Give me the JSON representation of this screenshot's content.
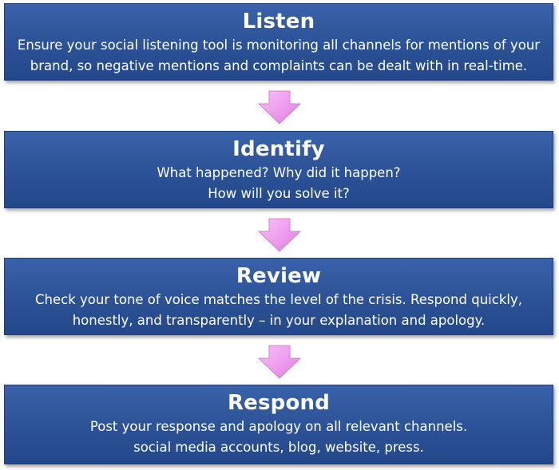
{
  "steps": [
    {
      "title": "Listen",
      "lines": [
        "Ensure your social listening tool is monitoring all channels for mentions of your",
        "brand, so negative mentions and complaints can be dealt with in real-time."
      ]
    },
    {
      "title": "Identify",
      "lines": [
        "What happened? Why did it happen?",
        "How will you solve it?"
      ]
    },
    {
      "title": "Review",
      "lines": [
        "Check your tone of voice matches the level of the crisis. Respond quickly,",
        "honestly, and transparently – in your explanation and apology."
      ]
    },
    {
      "title": "Respond",
      "lines": [
        "Post your response and apology on all relevant channels.",
        "social media accounts, blog, website, press."
      ]
    }
  ],
  "colors": {
    "box_fill": "#2e5499",
    "box_border": "#243f77",
    "text": "#ffffff",
    "arrow_fill": "#ee9bee"
  }
}
